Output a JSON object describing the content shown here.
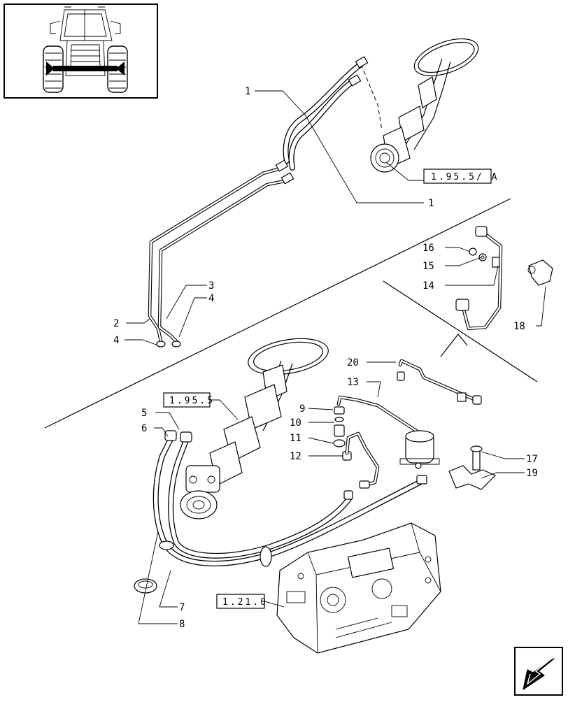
{
  "callouts": [
    "1",
    "1",
    "2",
    "3",
    "4",
    "4",
    "5",
    "6",
    "7",
    "8",
    "9",
    "10",
    "11",
    "12",
    "13",
    "14",
    "15",
    "16",
    "17",
    "18",
    "19",
    "20"
  ],
  "references": [
    "1.95.5/ A",
    "1.95.5",
    "1.21.0"
  ],
  "thumbnail_icon": "tractor-front-view-icon",
  "nav_icon": "arrow-down-left-icon"
}
